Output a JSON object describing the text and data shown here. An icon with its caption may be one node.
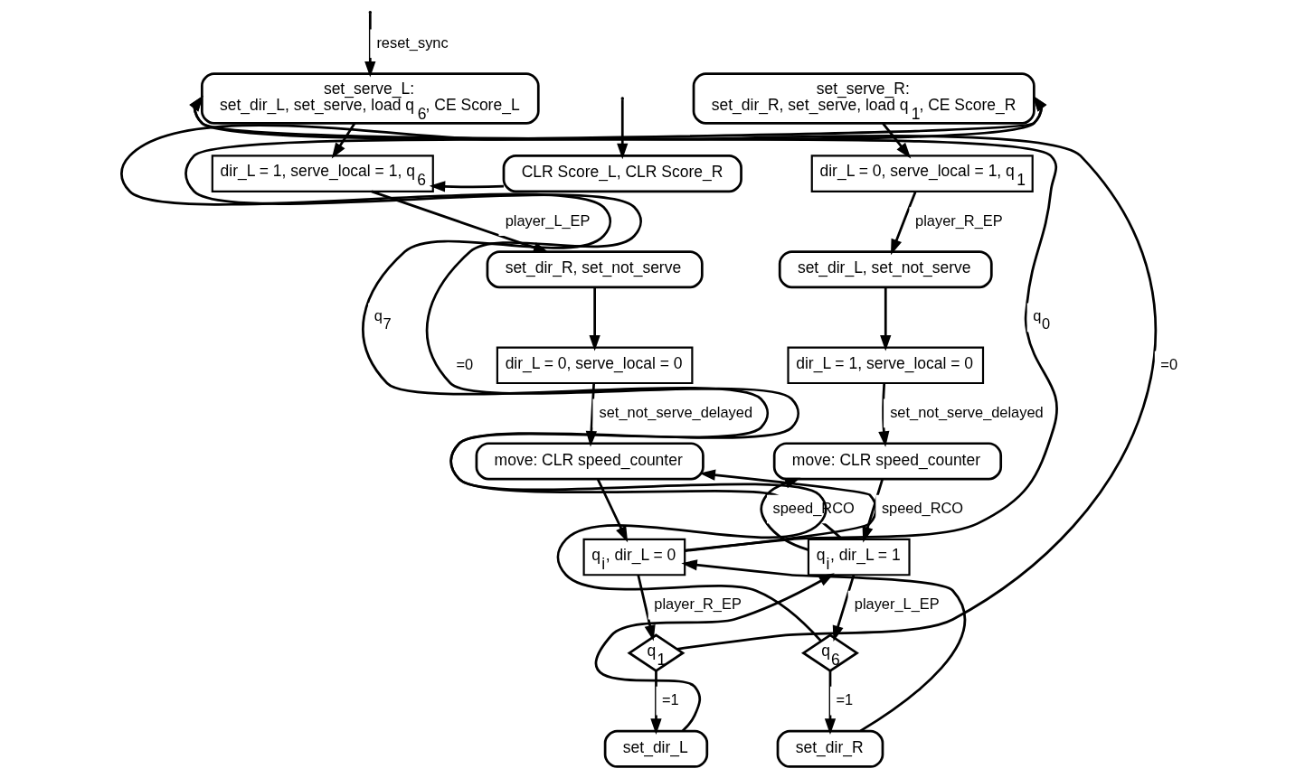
{
  "diagram": {
    "nodes": [
      {
        "text": [
          "set_serve_L:",
          "set_dir_L, set_serve, load q$_{6}$, CE Score_L"
        ]
      },
      {
        "text": [
          "set_serve_R:",
          "set_dir_R, set_serve, load q$_{1}$, CE Score_R"
        ]
      },
      {
        "text": [
          "dir_L = 1, serve_local = 1, q$_{6}$"
        ]
      },
      {
        "text": [
          "CLR Score_L, CLR Score_R"
        ]
      },
      {
        "text": [
          "dir_L = 0, serve_local = 1, q$_{1}$"
        ]
      },
      {
        "text": [
          "set_dir_R, set_not_serve"
        ]
      },
      {
        "text": [
          "set_dir_L, set_not_serve"
        ]
      },
      {
        "text": [
          "dir_L = 0, serve_local = 0"
        ]
      },
      {
        "text": [
          "dir_L = 1, serve_local = 0"
        ]
      },
      {
        "text": [
          "move: CLR speed_counter"
        ]
      },
      {
        "text": [
          "move: CLR speed_counter"
        ]
      },
      {
        "text": [
          "q$_{i}$, dir_L = 0"
        ]
      },
      {
        "text": [
          "q$_{i}$, dir_L = 1"
        ]
      },
      {
        "text": [
          "q$_{1}$"
        ]
      },
      {
        "text": [
          "set_dir_L"
        ]
      },
      {
        "text": [
          "set_dir_R"
        ]
      },
      {
        "text": [
          "q$_{6}$"
        ]
      }
    ],
    "edges": [
      {
        "from": null,
        "to": 0,
        "arrow": "to",
        "label": "reset_sync"
      },
      {
        "from": null,
        "to": 3,
        "arrow": "to"
      },
      {
        "from": 0,
        "to": 2,
        "arrow": "to"
      },
      {
        "from": 3,
        "to": 2,
        "arrow": "to"
      },
      {
        "from": 2,
        "to": 5,
        "arrow": "to",
        "label": "player_L_EP"
      },
      {
        "from": 5,
        "to": 7,
        "arrow": "to"
      },
      {
        "from": 7,
        "to": 9,
        "arrow": "to",
        "label": "set_not_serve_delayed"
      },
      {
        "from": 9,
        "to": 11,
        "arrow": "to"
      },
      {
        "from": 11,
        "to": 9,
        "arrow": "to",
        "label": "speed_RCO"
      },
      {
        "from": 11,
        "to": 0,
        "arrow": "to",
        "label": "q$_{0}$"
      },
      {
        "from": 11,
        "to": 13,
        "arrow": "to",
        "label": "player_R_EP"
      },
      {
        "from": 13,
        "to": 0,
        "arrow": "to",
        "label": "=0"
      },
      {
        "from": 13,
        "to": 14,
        "arrow": "to",
        "label": "=1"
      },
      {
        "from": 14,
        "to": 12,
        "arrow": "to"
      },
      {
        "from": 1,
        "to": 4,
        "arrow": "to"
      },
      {
        "from": 4,
        "to": 6,
        "arrow": "to",
        "label": "player_R_EP"
      },
      {
        "from": 6,
        "to": 8,
        "arrow": "to"
      },
      {
        "from": 8,
        "to": 10,
        "arrow": "to",
        "label": "set_not_serve_delayed"
      },
      {
        "from": 10,
        "to": 12,
        "arrow": "to"
      },
      {
        "from": 12,
        "to": 10,
        "arrow": "to",
        "label": "speed_RCO"
      },
      {
        "from": 12,
        "to": 16,
        "arrow": "to",
        "label": "player_L_EP"
      },
      {
        "from": 12,
        "to": 1,
        "arrow": "to",
        "label": "q$_{7}$"
      },
      {
        "from": 16,
        "to": 15,
        "arrow": "to",
        "label": "=1"
      },
      {
        "from": 16,
        "to": 1,
        "arrow": "to",
        "label": "=0"
      },
      {
        "from": 15,
        "to": 11,
        "arrow": "to"
      }
    ]
  }
}
